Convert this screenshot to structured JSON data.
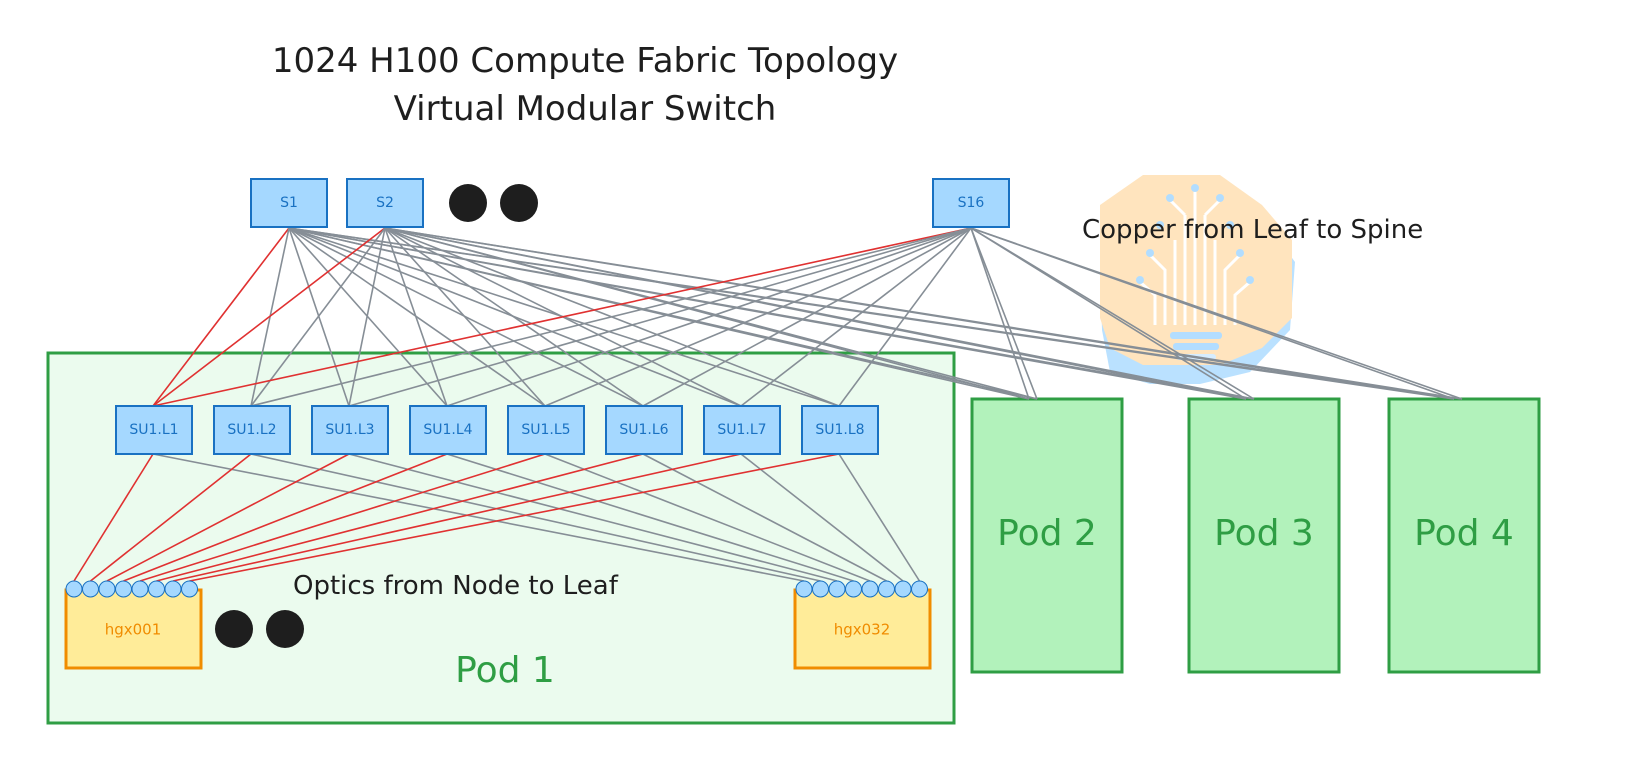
{
  "title": {
    "line1": "1024 H100 Compute Fabric Topology",
    "line2": "Virtual Modular Switch"
  },
  "colors": {
    "switch_fill": "#a5d8ff",
    "switch_stroke": "#1971c2",
    "optics_link": "#e03131",
    "copper_link": "#868e96",
    "pod1_fill": "#ebfbee",
    "pod_fill": "#b2f2bb",
    "pod_stroke": "#2f9e44",
    "node_fill": "#ffec99",
    "node_stroke": "#f08c00",
    "ellipsis_dot": "#1e1e1e"
  },
  "spines": [
    {
      "id": "S1",
      "label": "S1"
    },
    {
      "id": "S2",
      "label": "S2"
    },
    {
      "id": "S16",
      "label": "S16"
    }
  ],
  "leaves": [
    {
      "id": "SU1.L1",
      "label": "SU1.L1"
    },
    {
      "id": "SU1.L2",
      "label": "SU1.L2"
    },
    {
      "id": "SU1.L3",
      "label": "SU1.L3"
    },
    {
      "id": "SU1.L4",
      "label": "SU1.L4"
    },
    {
      "id": "SU1.L5",
      "label": "SU1.L5"
    },
    {
      "id": "SU1.L6",
      "label": "SU1.L6"
    },
    {
      "id": "SU1.L7",
      "label": "SU1.L7"
    },
    {
      "id": "SU1.L8",
      "label": "SU1.L8"
    }
  ],
  "nodes": [
    {
      "id": "hgx001",
      "label": "hgx001",
      "ports": 8
    },
    {
      "id": "hgx032",
      "label": "hgx032",
      "ports": 8
    }
  ],
  "pods": [
    {
      "id": "pod1",
      "label": "Pod 1"
    },
    {
      "id": "pod2",
      "label": "Pod 2"
    },
    {
      "id": "pod3",
      "label": "Pod 3"
    },
    {
      "id": "pod4",
      "label": "Pod 4"
    }
  ],
  "annotations": {
    "copper": "Copper from Leaf to Spine",
    "optics": "Optics from Node to Leaf"
  },
  "links": {
    "spine_to_leaf_highlight": "first leaf of each spine shown in red",
    "node_to_leaf_hgx001": "optics (red)",
    "node_to_leaf_hgx032": "optics (gray)"
  }
}
